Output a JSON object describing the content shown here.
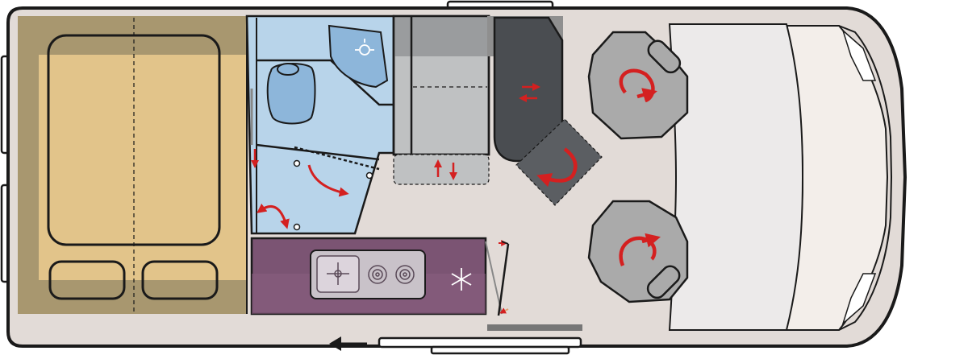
{
  "plan": {
    "zones": [
      {
        "id": "rear-bed",
        "icon": "bed-icon"
      },
      {
        "id": "bathroom",
        "icon": "toilet-icon"
      },
      {
        "id": "wardrobe",
        "icon": "wardrobe-icon"
      },
      {
        "id": "fridge-cabinet",
        "icon": "fridge-icon"
      },
      {
        "id": "dinette-bench",
        "icon": "bench-icon"
      },
      {
        "id": "kitchen",
        "icon": "kitchen-icon"
      },
      {
        "id": "driver-seat",
        "icon": "swivel-seat-icon"
      },
      {
        "id": "passenger-seat",
        "icon": "swivel-seat-icon"
      },
      {
        "id": "cab",
        "icon": "cab-icon"
      }
    ],
    "colors": {
      "bed": "#e2c48a",
      "bed_shadow": "#a8976f",
      "bathroom": "#b8d4ea",
      "wardrobe": "#bfc1c2",
      "bench": "#4a4d51",
      "kitchen": "#7b5473",
      "floor": "#e2dbd7",
      "seat": "#aaaaaa",
      "arrow": "#d42020",
      "outline": "#1a1a1a"
    },
    "side_door_direction": "left"
  }
}
